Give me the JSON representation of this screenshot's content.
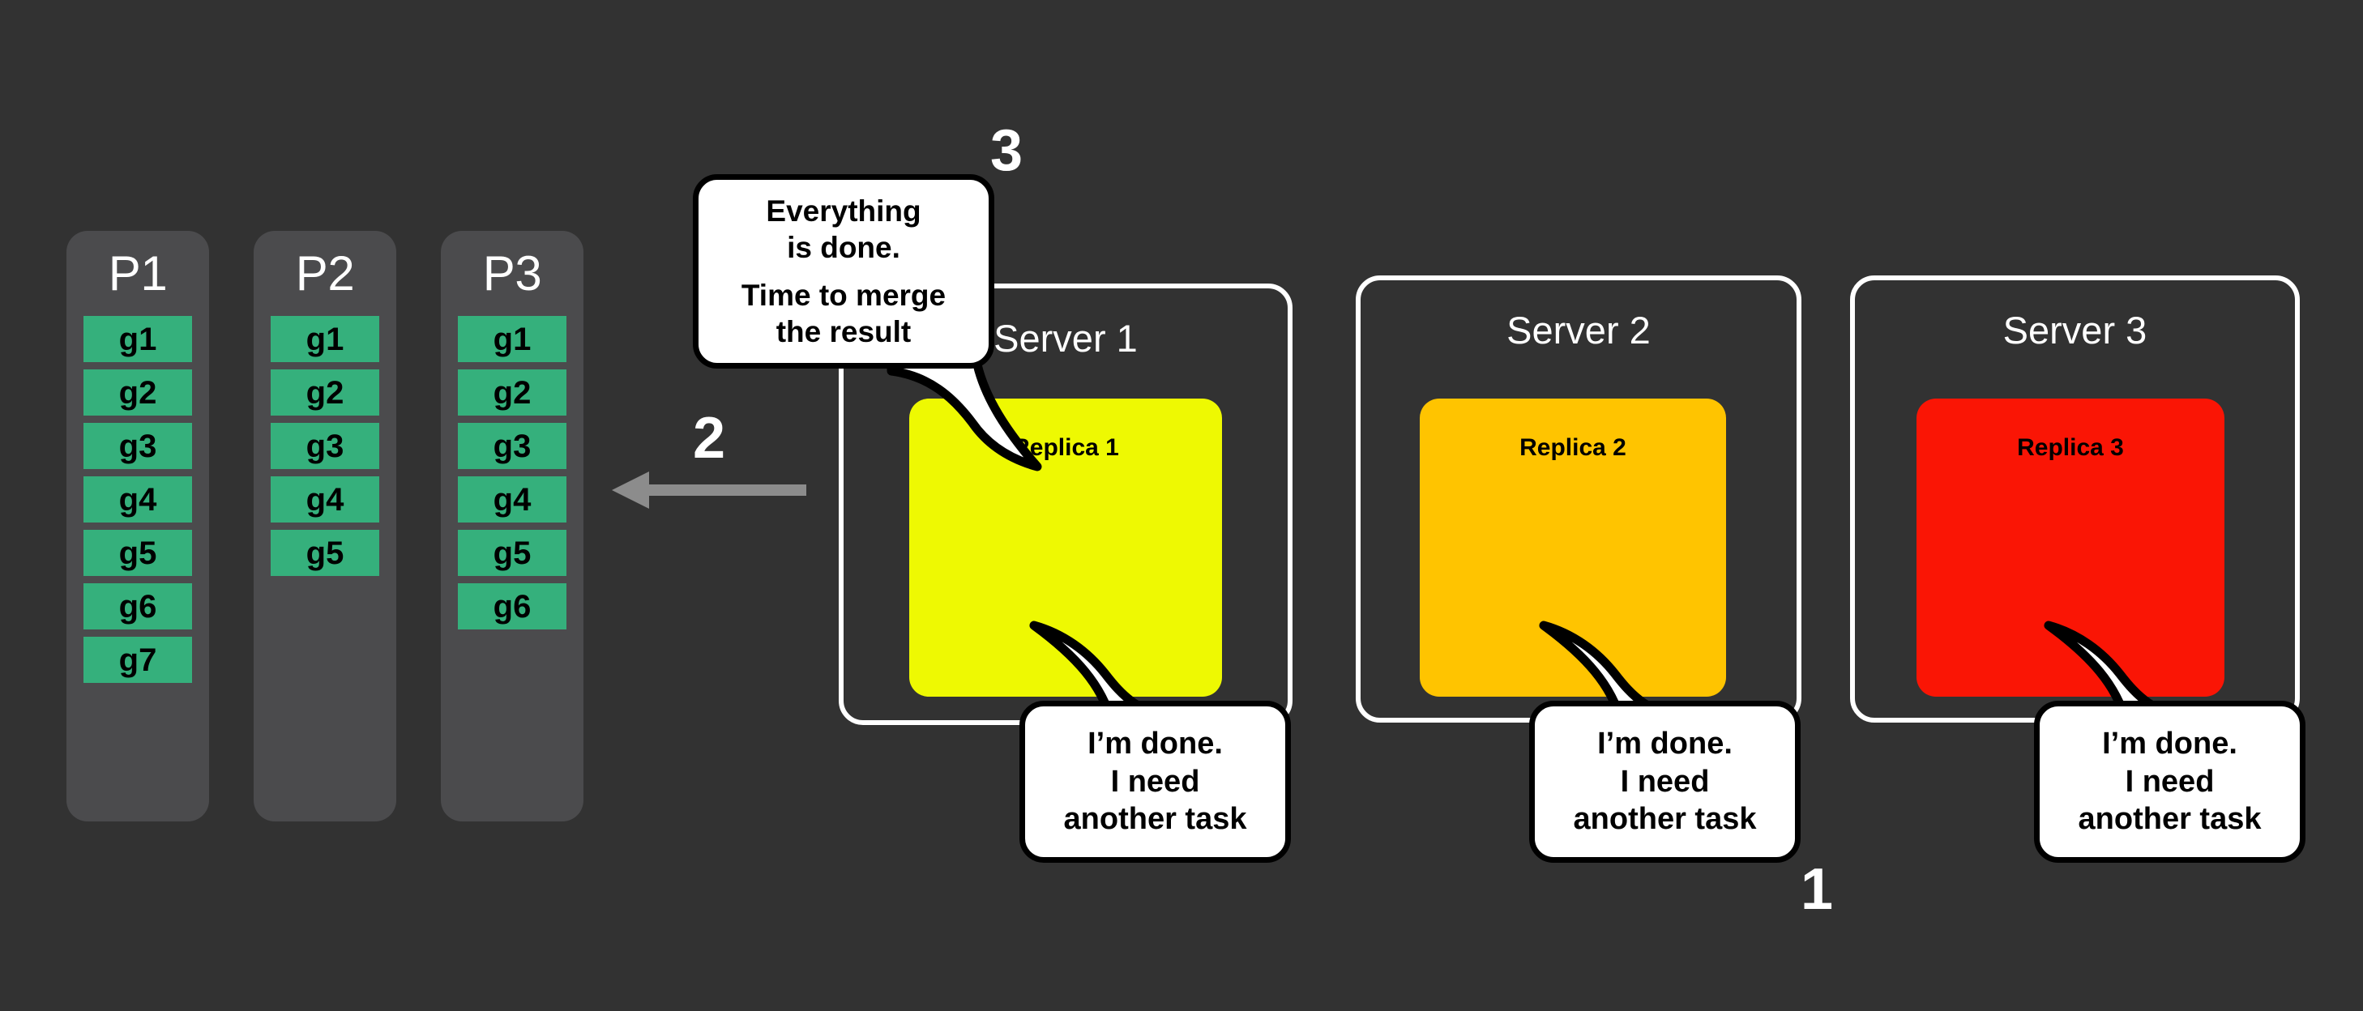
{
  "background_color": "#323232",
  "palette": {
    "page_bg": "#323232",
    "partition_bg": "#4b4b4d",
    "chunk_green": "#35b07c",
    "replica_1_yellow": "#eef902",
    "replica_2_amber": "#ffc400",
    "replica_3_red": "#fa1505",
    "outline_white": "#ffffff",
    "bubble_stroke": "#000000",
    "arrow_gray": "#8c8c8c"
  },
  "partitions": [
    {
      "title": "P1",
      "chunks": [
        "g1",
        "g2",
        "g3",
        "g4",
        "g5",
        "g6",
        "g7"
      ]
    },
    {
      "title": "P2",
      "chunks": [
        "g1",
        "g2",
        "g3",
        "g4",
        "g5"
      ]
    },
    {
      "title": "P3",
      "chunks": [
        "g1",
        "g2",
        "g3",
        "g4",
        "g5",
        "g6"
      ]
    }
  ],
  "servers": [
    {
      "title": "Server 1",
      "replica_label": "Replica 1",
      "replica_color": "#eef902",
      "bubble": {
        "line1": "I’m done.",
        "line2": "I need",
        "line3": "another task"
      }
    },
    {
      "title": "Server 2",
      "replica_label": "Replica 2",
      "replica_color": "#ffc400",
      "bubble": {
        "line1": "I’m done.",
        "line2": "I need",
        "line3": "another task"
      }
    },
    {
      "title": "Server 3",
      "replica_label": "Replica 3",
      "replica_color": "#fa1505",
      "bubble": {
        "line1": "I’m done.",
        "line2": "I need",
        "line3": "another task"
      }
    }
  ],
  "merge_bubble": {
    "line1": "Everything",
    "line2": "is done.",
    "line3": "Time to merge",
    "line4": "the result"
  },
  "steps": {
    "one": "1",
    "two": "2",
    "three": "3"
  },
  "arrow": {
    "direction": "left",
    "color": "#8c8c8c"
  }
}
